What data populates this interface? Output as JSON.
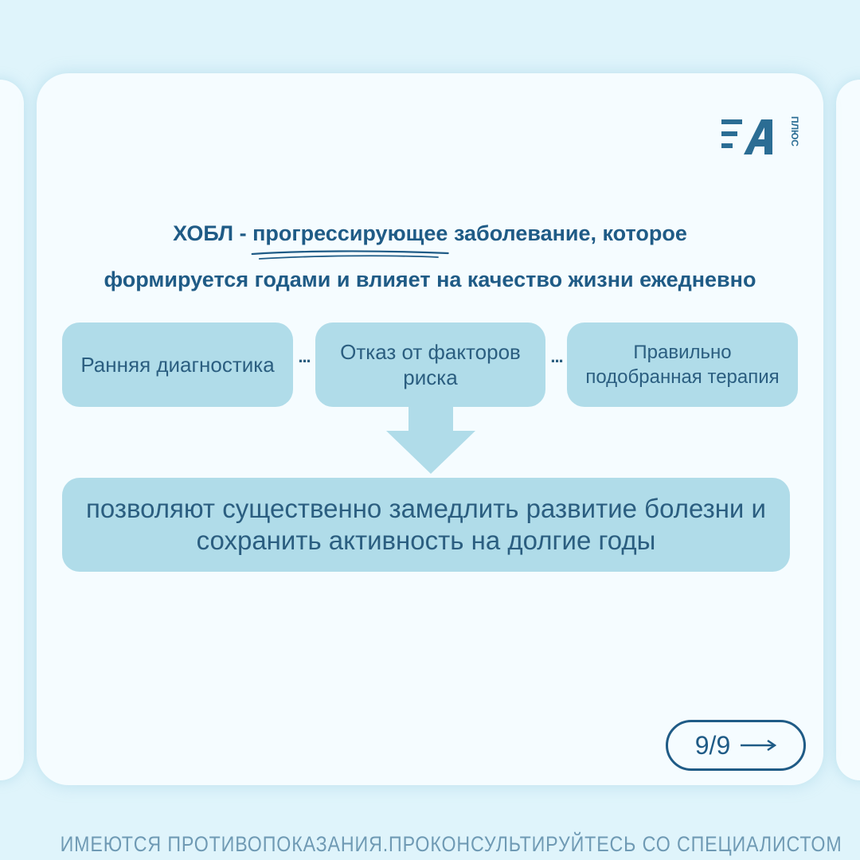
{
  "logo": {
    "letter": "А",
    "suffix": "ПЛЮС",
    "color": "#2b6d94"
  },
  "headline": {
    "part1": "ХОБЛ - ",
    "emphasis": "прогрессирующее",
    "part2": " заболевание, которое",
    "line2": "формируется годами и влияет на качество жизни ежедневно"
  },
  "factors": {
    "items": [
      "Ранняя диагностика",
      "Отказ от факторов риска",
      "Правильно подобранная терапия"
    ],
    "separator": "..."
  },
  "result": {
    "text": "позволяют существенно замедлить развитие болезни и сохранить активность на долгие годы"
  },
  "pager": {
    "label": "9/9",
    "icon": "arrow-right-icon"
  },
  "disclaimer": {
    "text": "ИМЕЮТСЯ ПРОТИВОПОКАЗАНИЯ.ПРОКОНСУЛЬТИРУЙТЕСЬ СО СПЕЦИАЛИСТОМ"
  },
  "colors": {
    "background": "#dff4fb",
    "card": "#f5fcff",
    "box": "#b0dce9",
    "heading": "#1f5b86",
    "box_text": "#2b5e80",
    "disclaimer": "#6f9ab4"
  }
}
